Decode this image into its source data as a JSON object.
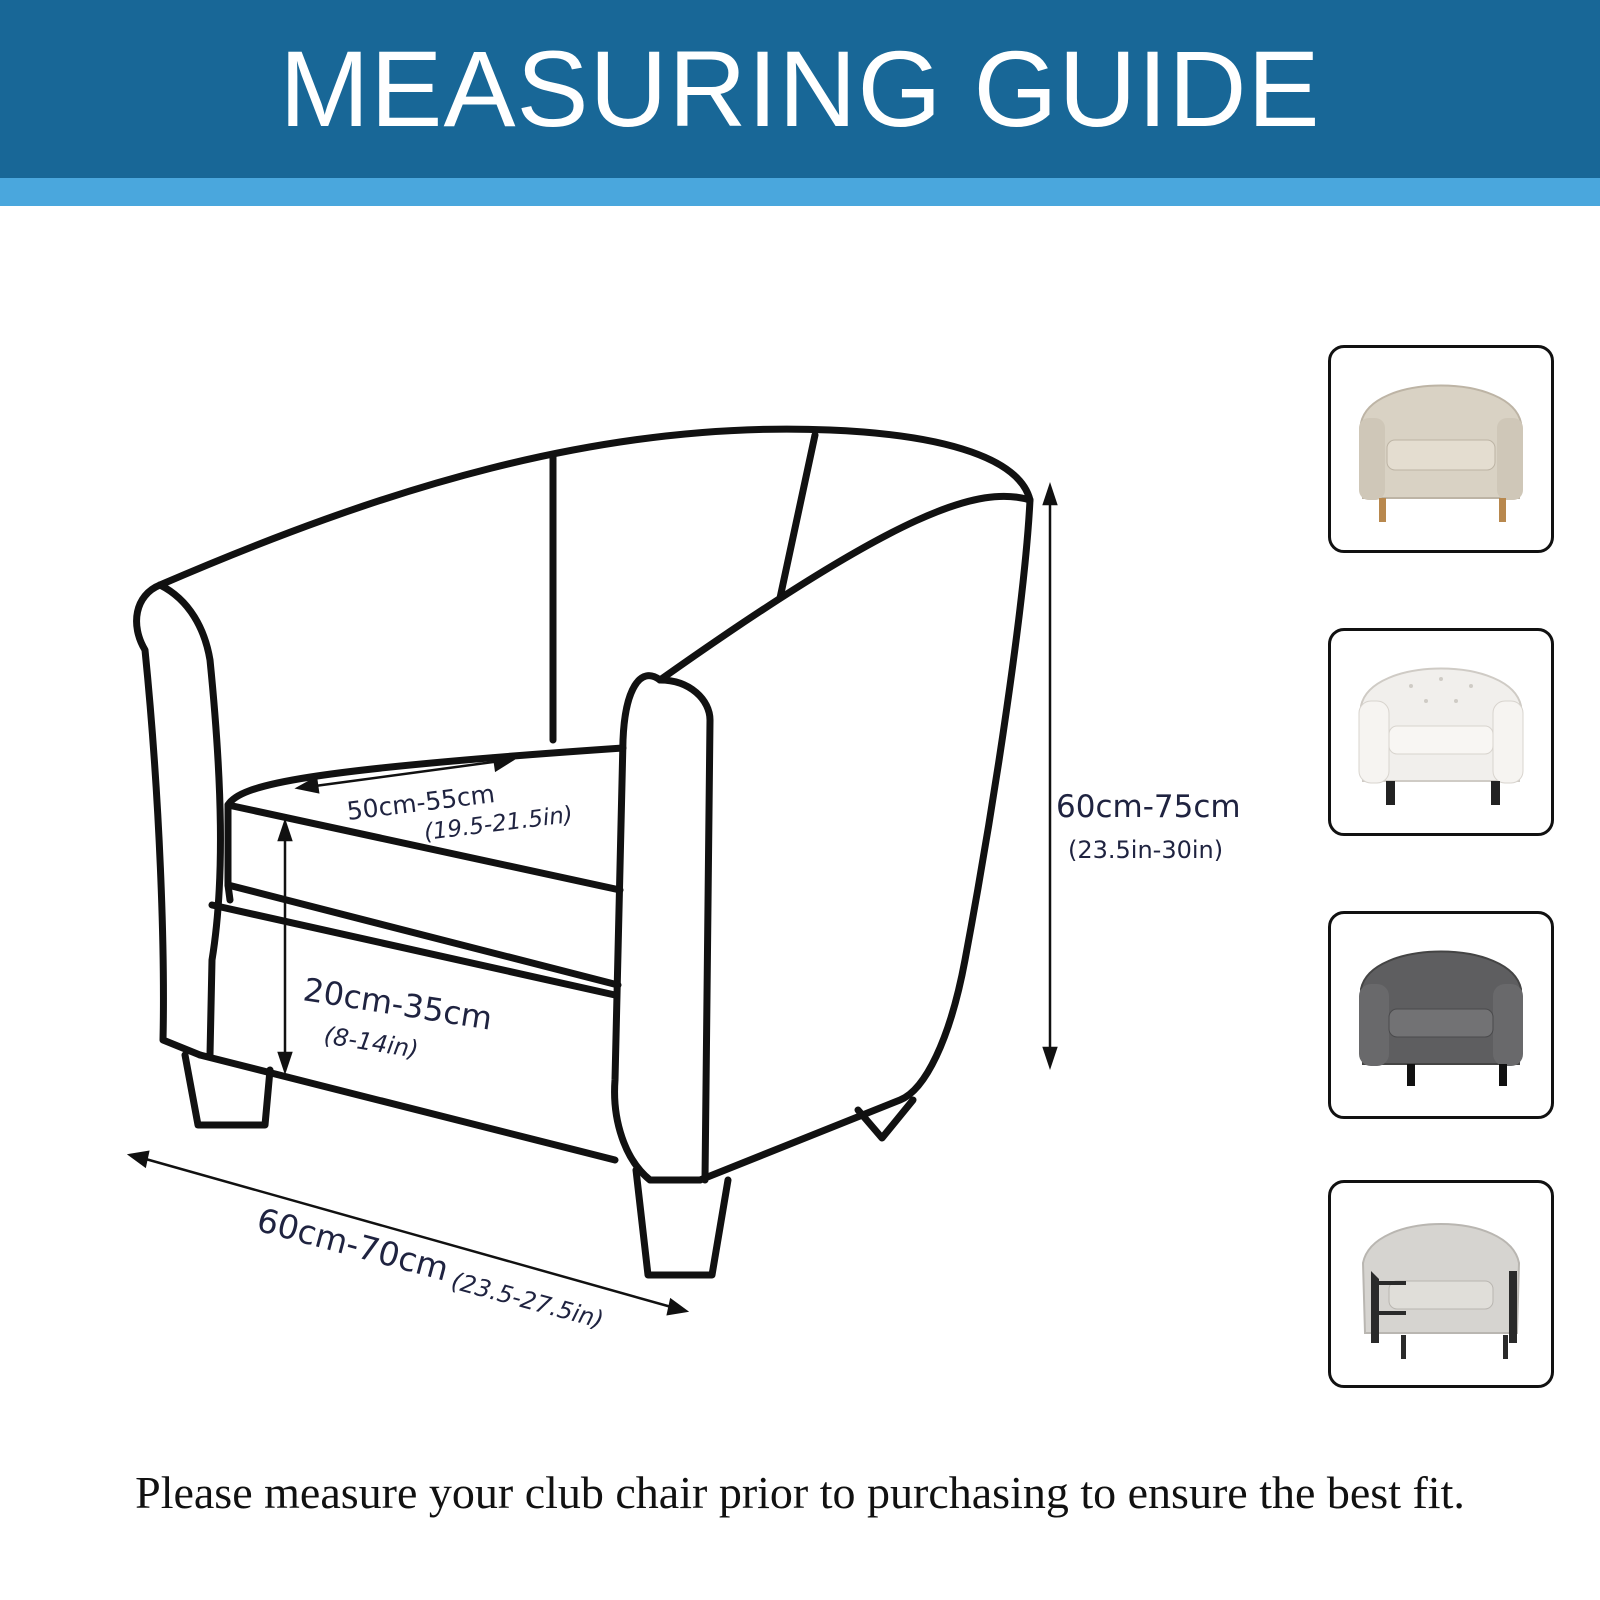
{
  "header": {
    "title": "MEASURING GUIDE"
  },
  "colors": {
    "header_bg": "#186797",
    "stripe": "#4aa7dd",
    "text_dark": "#1f2340"
  },
  "measurements": {
    "seat_width": {
      "cm": "50cm-55cm",
      "in": "(19.5-21.5in)"
    },
    "seat_height": {
      "cm": "20cm-35cm",
      "in": "(8-14in)"
    },
    "total_height": {
      "cm": "60cm-75cm",
      "in": "(23.5in-30in)"
    },
    "total_width": {
      "cm": "60cm-70cm",
      "in": "(23.5-27.5in)"
    }
  },
  "variants": [
    {
      "name": "beige-tub-chair",
      "color": "#d9d2c4"
    },
    {
      "name": "white-tufted-tub-chair",
      "color": "#f1efec"
    },
    {
      "name": "grey-tub-chair",
      "color": "#5e5e60"
    },
    {
      "name": "marble-tub-chair",
      "color": "#d6d4d0"
    }
  ],
  "footer": {
    "note": "Please measure your club chair prior to purchasing to ensure the best fit."
  }
}
